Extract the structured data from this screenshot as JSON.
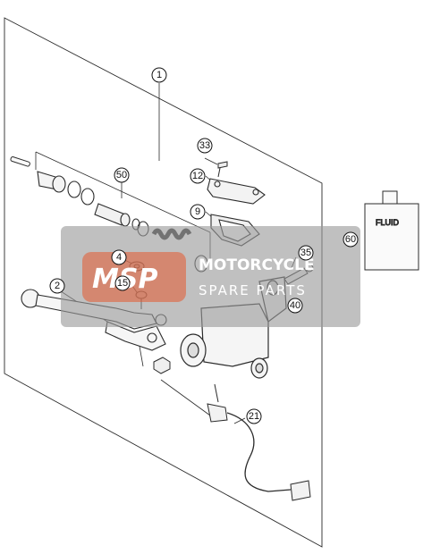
{
  "callouts": {
    "c1": "1",
    "c2": "2",
    "c4": "4",
    "c9": "9",
    "c12": "12",
    "c15": "15",
    "c21": "21",
    "c33": "33",
    "c35": "35",
    "c40": "40",
    "c50": "50",
    "c60": "60"
  },
  "fluid_bottle": {
    "label": "FLUID"
  },
  "watermark": {
    "logo": "MSP",
    "line1": "MOTORCYCLE",
    "line2": "SPARE PARTS"
  },
  "colors": {
    "line": "#2b2b2b",
    "watermark_panel": "#9a9a9a",
    "watermark_logo": "#e4572e"
  }
}
